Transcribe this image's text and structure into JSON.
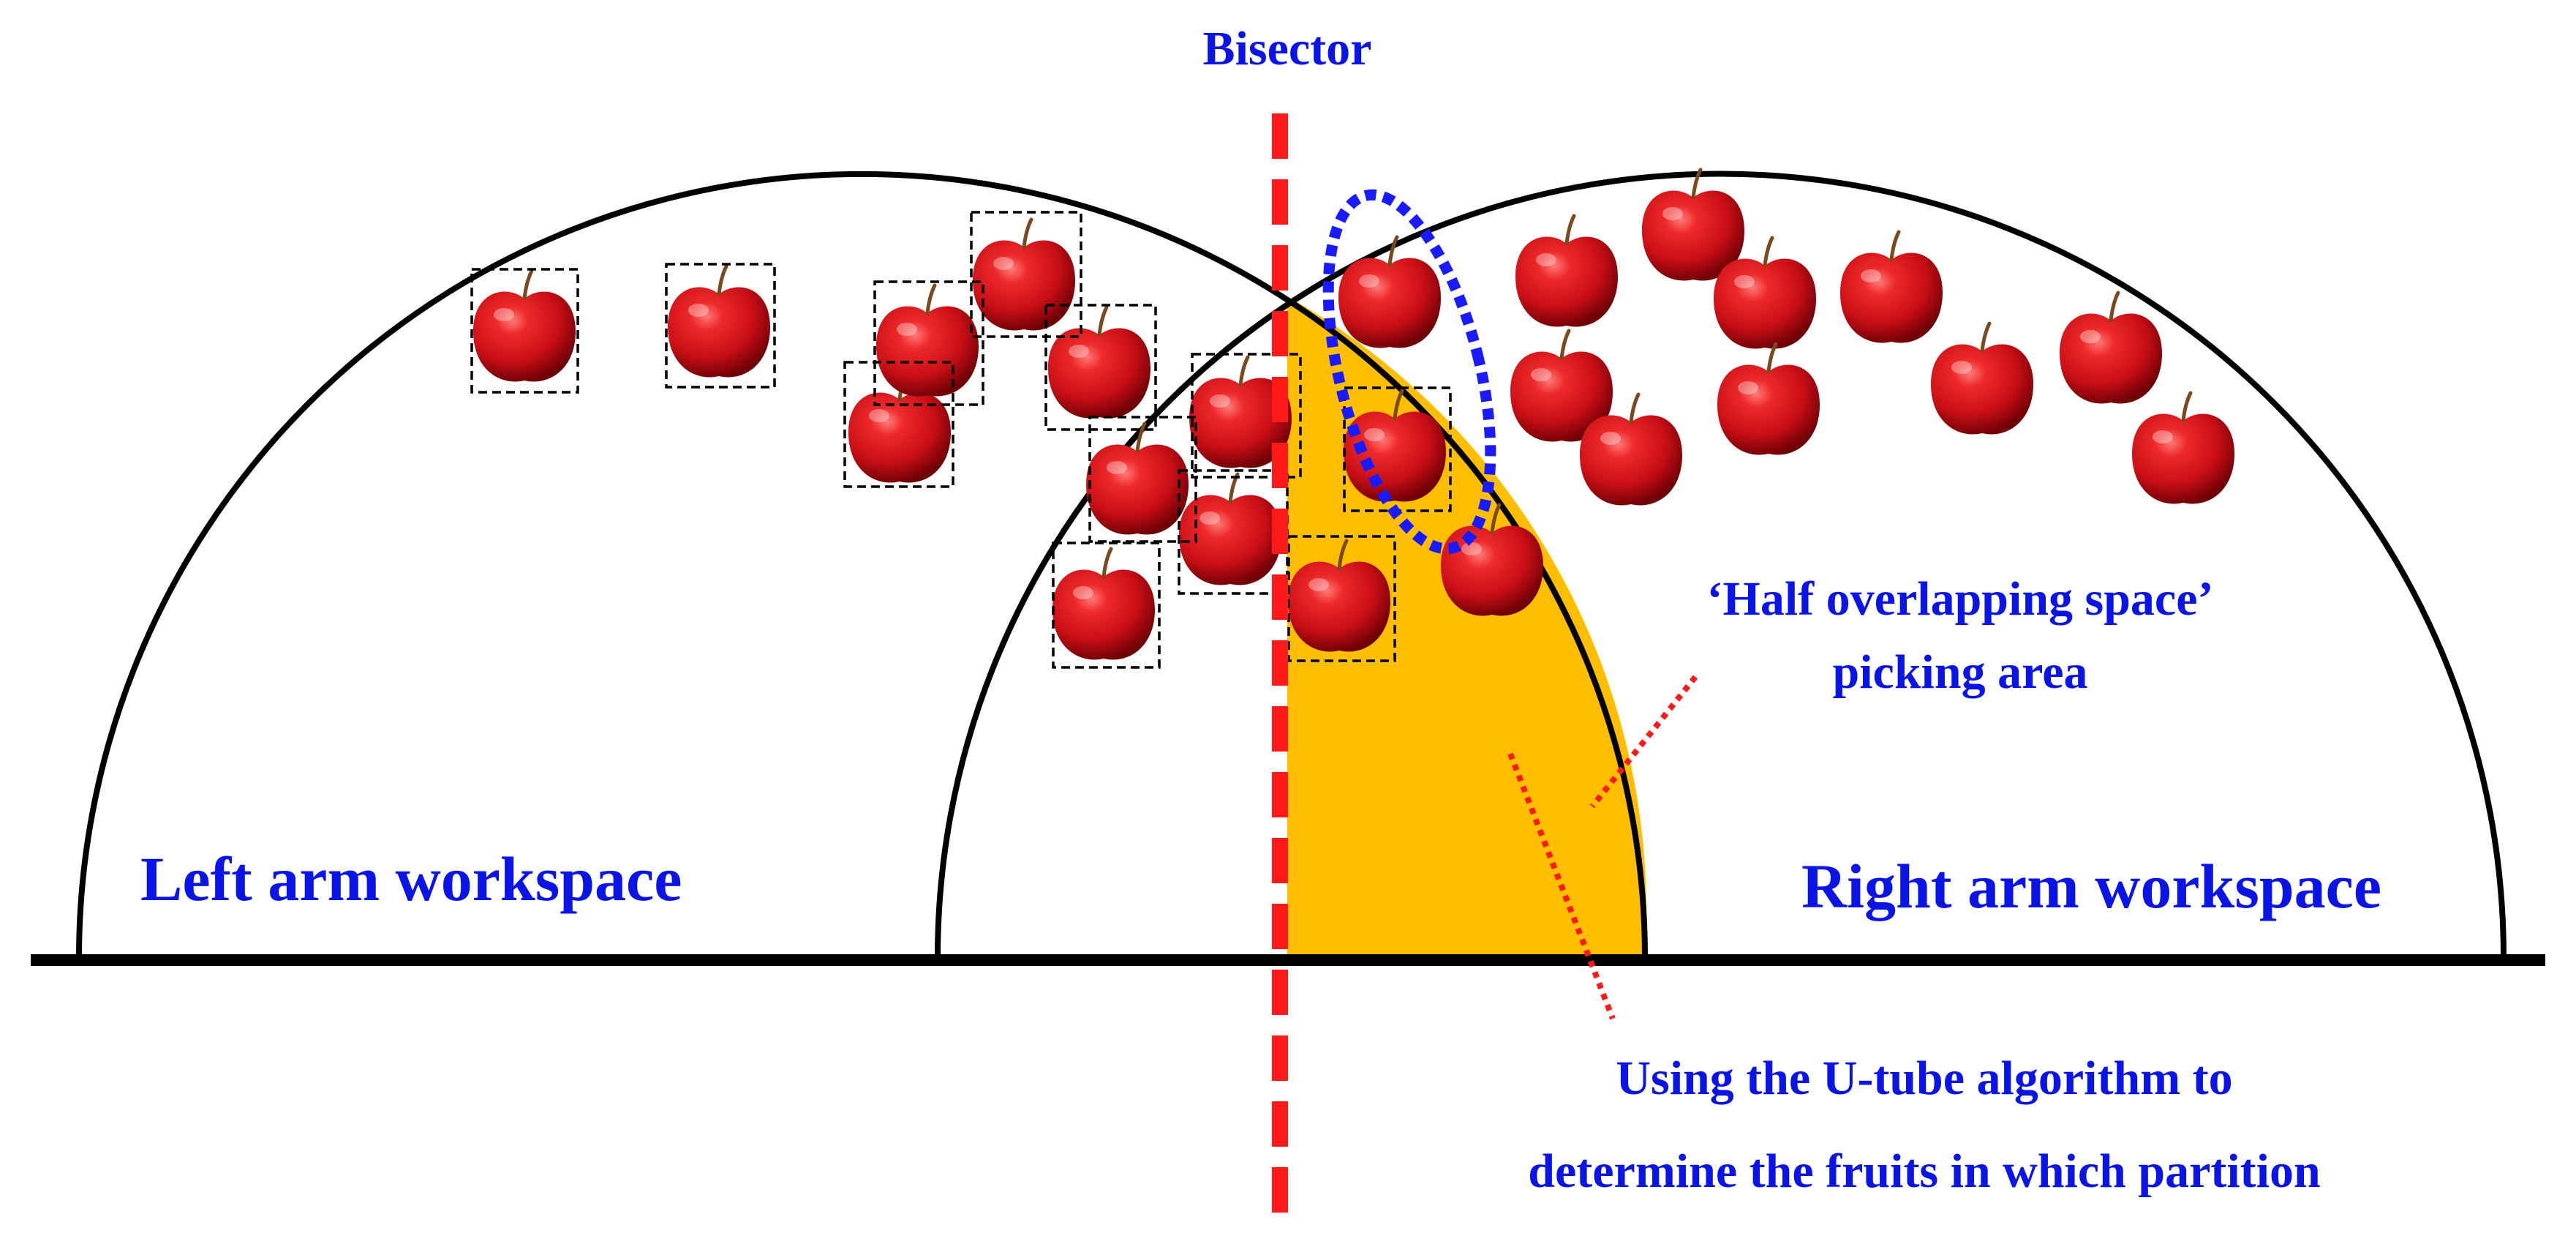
{
  "labels": {
    "bisector": "Bisector",
    "left_workspace": "Left arm workspace",
    "right_workspace": "Right arm workspace",
    "overlap_line1": "‘Half overlapping space’",
    "overlap_line2": "picking area",
    "utube_line1": "Using the U-tube algorithm to",
    "utube_line2": "determine the fruits in which partition"
  },
  "colors": {
    "label_text": "#0b14e6",
    "bisector": "#ff1a1a",
    "overlap_fill": "#ffbf00",
    "ellipse": "#1a1aff",
    "apple": "#d4141c",
    "outline": "#000000"
  },
  "icons": {
    "fruit": "apple-icon",
    "selection": "dashed-selection-box"
  }
}
